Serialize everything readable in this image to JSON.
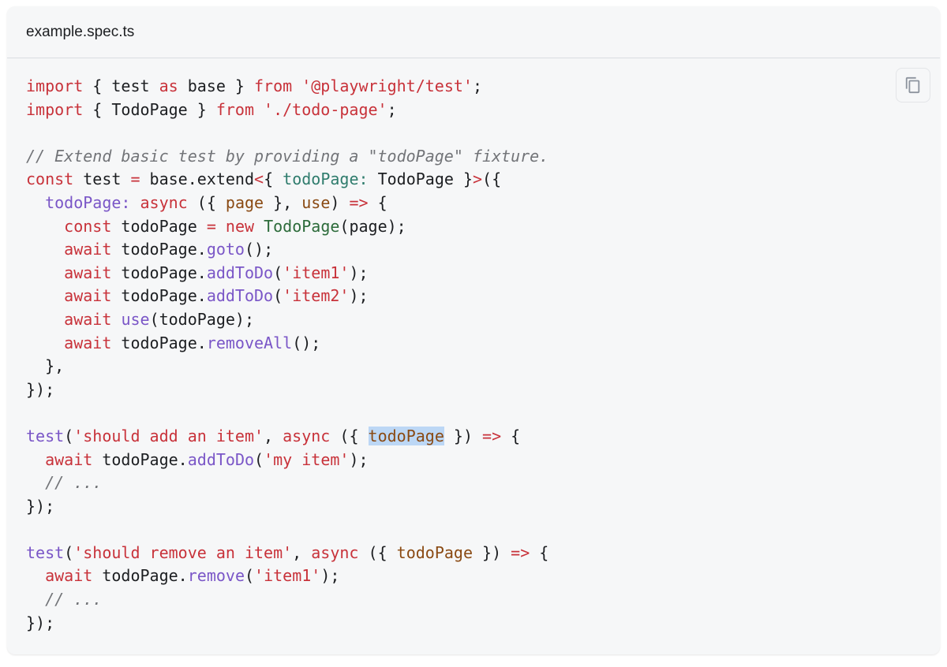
{
  "filename": "example.spec.ts",
  "copy_button": {
    "icon": "copy-icon"
  },
  "colors": {
    "keyword": "#c8323a",
    "string": "#c8323a",
    "function": "#7a56c7",
    "class": "#2c6b3a",
    "parameter": "#8a4a13",
    "type_key": "#2f7c6d",
    "comment": "#727478",
    "highlight": "#bcd7f5"
  },
  "code_lines": [
    [
      [
        "kw",
        "import"
      ],
      [
        "plain",
        " { test "
      ],
      [
        "kw",
        "as"
      ],
      [
        "plain",
        " base } "
      ],
      [
        "kw",
        "from"
      ],
      [
        "plain",
        " "
      ],
      [
        "str",
        "'@playwright/test'"
      ],
      [
        "plain",
        ";"
      ]
    ],
    [
      [
        "kw",
        "import"
      ],
      [
        "plain",
        " { TodoPage } "
      ],
      [
        "kw",
        "from"
      ],
      [
        "plain",
        " "
      ],
      [
        "str",
        "'./todo-page'"
      ],
      [
        "plain",
        ";"
      ]
    ],
    [],
    [
      [
        "com",
        "// Extend basic test by providing a \"todoPage\" fixture."
      ]
    ],
    [
      [
        "kw",
        "const"
      ],
      [
        "plain",
        " test "
      ],
      [
        "kw",
        "="
      ],
      [
        "plain",
        " base.extend"
      ],
      [
        "kw",
        "<"
      ],
      [
        "plain",
        "{ "
      ],
      [
        "typekey",
        "todoPage:"
      ],
      [
        "plain",
        " TodoPage }"
      ],
      [
        "kw",
        ">"
      ],
      [
        "plain",
        "({"
      ]
    ],
    [
      [
        "plain",
        "  "
      ],
      [
        "prop",
        "todoPage:"
      ],
      [
        "plain",
        " "
      ],
      [
        "kw",
        "async"
      ],
      [
        "plain",
        " ({ "
      ],
      [
        "param",
        "page"
      ],
      [
        "plain",
        " }, "
      ],
      [
        "param",
        "use"
      ],
      [
        "plain",
        ") "
      ],
      [
        "kw",
        "=>"
      ],
      [
        "plain",
        " {"
      ]
    ],
    [
      [
        "plain",
        "    "
      ],
      [
        "kw",
        "const"
      ],
      [
        "plain",
        " todoPage "
      ],
      [
        "kw",
        "="
      ],
      [
        "plain",
        " "
      ],
      [
        "kw",
        "new"
      ],
      [
        "plain",
        " "
      ],
      [
        "cls",
        "TodoPage"
      ],
      [
        "plain",
        "(page);"
      ]
    ],
    [
      [
        "plain",
        "    "
      ],
      [
        "kw",
        "await"
      ],
      [
        "plain",
        " todoPage."
      ],
      [
        "prop",
        "goto"
      ],
      [
        "plain",
        "();"
      ]
    ],
    [
      [
        "plain",
        "    "
      ],
      [
        "kw",
        "await"
      ],
      [
        "plain",
        " todoPage."
      ],
      [
        "prop",
        "addToDo"
      ],
      [
        "plain",
        "("
      ],
      [
        "str",
        "'item1'"
      ],
      [
        "plain",
        ");"
      ]
    ],
    [
      [
        "plain",
        "    "
      ],
      [
        "kw",
        "await"
      ],
      [
        "plain",
        " todoPage."
      ],
      [
        "prop",
        "addToDo"
      ],
      [
        "plain",
        "("
      ],
      [
        "str",
        "'item2'"
      ],
      [
        "plain",
        ");"
      ]
    ],
    [
      [
        "plain",
        "    "
      ],
      [
        "kw",
        "await"
      ],
      [
        "plain",
        " "
      ],
      [
        "prop",
        "use"
      ],
      [
        "plain",
        "(todoPage);"
      ]
    ],
    [
      [
        "plain",
        "    "
      ],
      [
        "kw",
        "await"
      ],
      [
        "plain",
        " todoPage."
      ],
      [
        "prop",
        "removeAll"
      ],
      [
        "plain",
        "();"
      ]
    ],
    [
      [
        "plain",
        "  },"
      ]
    ],
    [
      [
        "plain",
        "});"
      ]
    ],
    [],
    [
      [
        "prop",
        "test"
      ],
      [
        "plain",
        "("
      ],
      [
        "str",
        "'should add an item'"
      ],
      [
        "plain",
        ", "
      ],
      [
        "kw",
        "async"
      ],
      [
        "plain",
        " ({ "
      ],
      [
        "param_hl",
        "todoPage"
      ],
      [
        "plain",
        " }) "
      ],
      [
        "kw",
        "=>"
      ],
      [
        "plain",
        " {"
      ]
    ],
    [
      [
        "plain",
        "  "
      ],
      [
        "kw",
        "await"
      ],
      [
        "plain",
        " todoPage."
      ],
      [
        "prop",
        "addToDo"
      ],
      [
        "plain",
        "("
      ],
      [
        "str",
        "'my item'"
      ],
      [
        "plain",
        ");"
      ]
    ],
    [
      [
        "plain",
        "  "
      ],
      [
        "com",
        "// ..."
      ]
    ],
    [
      [
        "plain",
        "});"
      ]
    ],
    [],
    [
      [
        "prop",
        "test"
      ],
      [
        "plain",
        "("
      ],
      [
        "str",
        "'should remove an item'"
      ],
      [
        "plain",
        ", "
      ],
      [
        "kw",
        "async"
      ],
      [
        "plain",
        " ({ "
      ],
      [
        "param",
        "todoPage"
      ],
      [
        "plain",
        " }) "
      ],
      [
        "kw",
        "=>"
      ],
      [
        "plain",
        " {"
      ]
    ],
    [
      [
        "plain",
        "  "
      ],
      [
        "kw",
        "await"
      ],
      [
        "plain",
        " todoPage."
      ],
      [
        "prop",
        "remove"
      ],
      [
        "plain",
        "("
      ],
      [
        "str",
        "'item1'"
      ],
      [
        "plain",
        ");"
      ]
    ],
    [
      [
        "plain",
        "  "
      ],
      [
        "com",
        "// ..."
      ]
    ],
    [
      [
        "plain",
        "});"
      ]
    ]
  ]
}
